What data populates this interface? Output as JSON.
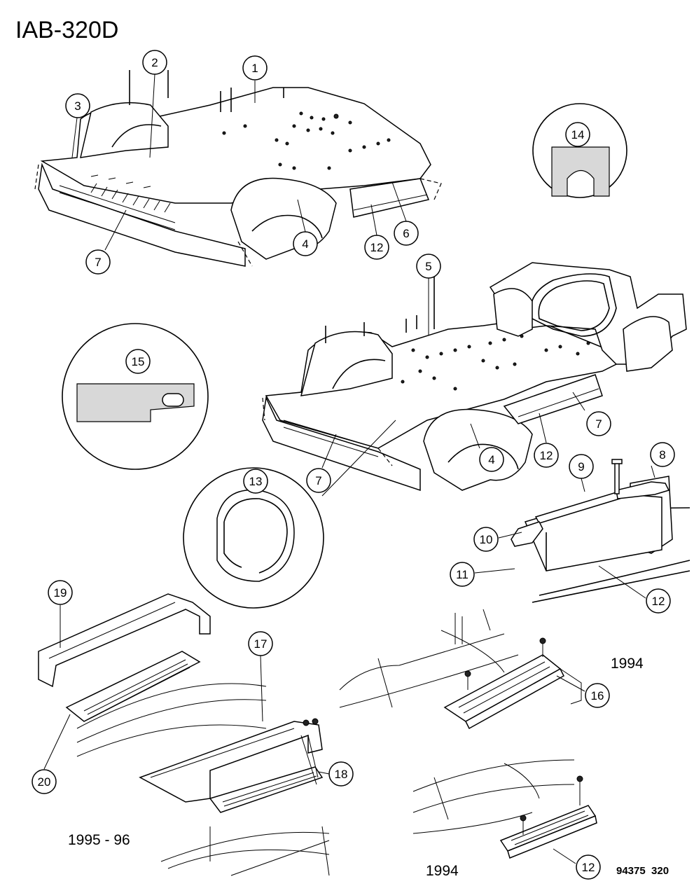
{
  "diagram": {
    "code": "IAB-320D",
    "figure_number": "94375  320",
    "years": [
      "1994",
      "1995 - 96",
      "1994"
    ],
    "callouts": [
      "1",
      "2",
      "3",
      "4",
      "5",
      "6",
      "7",
      "8",
      "9",
      "10",
      "11",
      "12",
      "13",
      "14",
      "15",
      "16",
      "17",
      "18",
      "19",
      "20"
    ]
  }
}
